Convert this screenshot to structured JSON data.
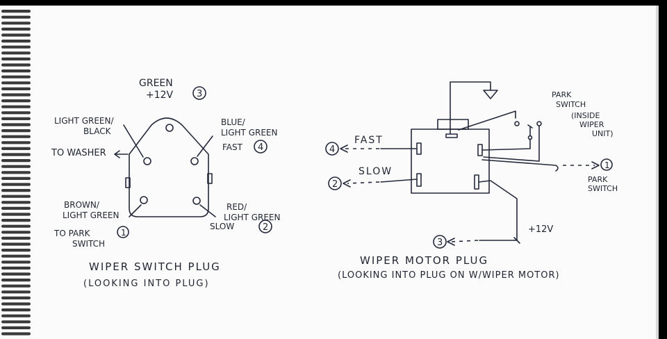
{
  "left": {
    "pin3_color": "GREEN",
    "pin3_voltage": "+12V",
    "pin3_num": "3",
    "pin_tl_color_a": "LIGHT GREEN/",
    "pin_tl_color_b": "BLACK",
    "to_washer": "TO WASHER",
    "pin4_color_a": "BLUE/",
    "pin4_color_b": "LIGHT GREEN",
    "pin4_func": "FAST",
    "pin4_num": "4",
    "pin1_color_a": "BROWN/",
    "pin1_color_b": "LIGHT GREEN",
    "pin1_dest_a": "TO PARK",
    "pin1_dest_b": "SWITCH",
    "pin1_num": "1",
    "pin2_color_a": "RED/",
    "pin2_color_b": "LIGHT GREEN",
    "pin2_func": "SLOW",
    "pin2_num": "2",
    "title": "WIPER SWITCH PLUG",
    "subtitle": "(LOOKING INTO PLUG)"
  },
  "right": {
    "fast_label": "FAST",
    "fast_num": "4",
    "slow_label": "SLOW",
    "slow_num": "2",
    "park_switch_a": "PARK",
    "park_switch_b": "SWITCH",
    "park_switch_c": "(INSIDE",
    "park_switch_d": "WIPER",
    "park_switch_e": "UNIT)",
    "park_out_num": "1",
    "park_out_a": "PARK",
    "park_out_b": "SWITCH",
    "plus12_label": "+12V",
    "plus12_num": "3",
    "title": "WIPER MOTOR PLUG",
    "subtitle": "(LOOKING INTO PLUG ON W/WIPER MOTOR)"
  },
  "colors": {
    "paper": "#fbfbfb",
    "ink": "#23283a",
    "spiral": "#3a3a3a"
  }
}
